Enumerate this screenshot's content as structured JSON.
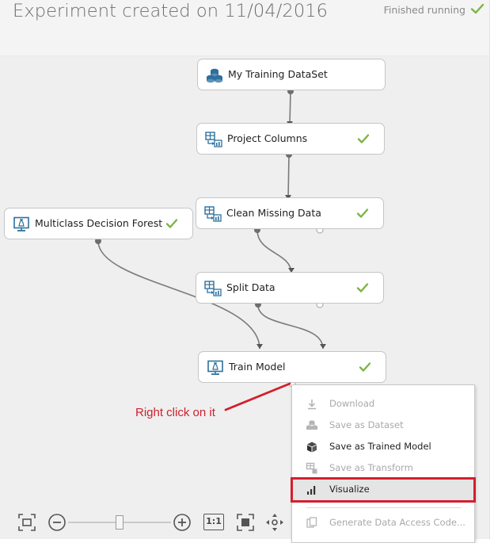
{
  "header": {
    "title": "Experiment created on 11/04/2016",
    "status": "Finished running"
  },
  "modules": [
    {
      "id": "dataset",
      "label": "My Training DataSet",
      "icon": "dataset-icon",
      "completed": false
    },
    {
      "id": "project",
      "label": "Project Columns",
      "icon": "table-transform-icon",
      "completed": true
    },
    {
      "id": "clean",
      "label": "Clean Missing Data",
      "icon": "table-transform-icon",
      "completed": true
    },
    {
      "id": "forest",
      "label": "Multiclass Decision Forest",
      "icon": "model-monitor-icon",
      "completed": true
    },
    {
      "id": "split",
      "label": "Split Data",
      "icon": "table-transform-icon",
      "completed": true
    },
    {
      "id": "train",
      "label": "Train Model",
      "icon": "model-monitor-icon",
      "completed": true
    }
  ],
  "annotation": {
    "text": "Right click on it"
  },
  "context_menu": {
    "items": [
      {
        "label": "Download",
        "icon": "download-icon",
        "enabled": false
      },
      {
        "label": "Save as Dataset",
        "icon": "dataset-icon",
        "enabled": false
      },
      {
        "label": "Save as Trained Model",
        "icon": "cube-icon",
        "enabled": true
      },
      {
        "label": "Save as Transform",
        "icon": "transform-icon",
        "enabled": false
      },
      {
        "label": "Visualize",
        "icon": "bar-chart-icon",
        "enabled": true,
        "selected": true
      },
      {
        "label": "Generate Data Access Code...",
        "icon": "copy-code-icon",
        "enabled": false
      }
    ]
  },
  "toolbar": {
    "fit_label": "fit-to-screen",
    "zoom_reset_label": "1:1"
  },
  "colors": {
    "check_green": "#7cb342",
    "annotation_red": "#d1202d",
    "highlight_red": "#d31f2f",
    "icon_blue": "#2d6f9d"
  }
}
